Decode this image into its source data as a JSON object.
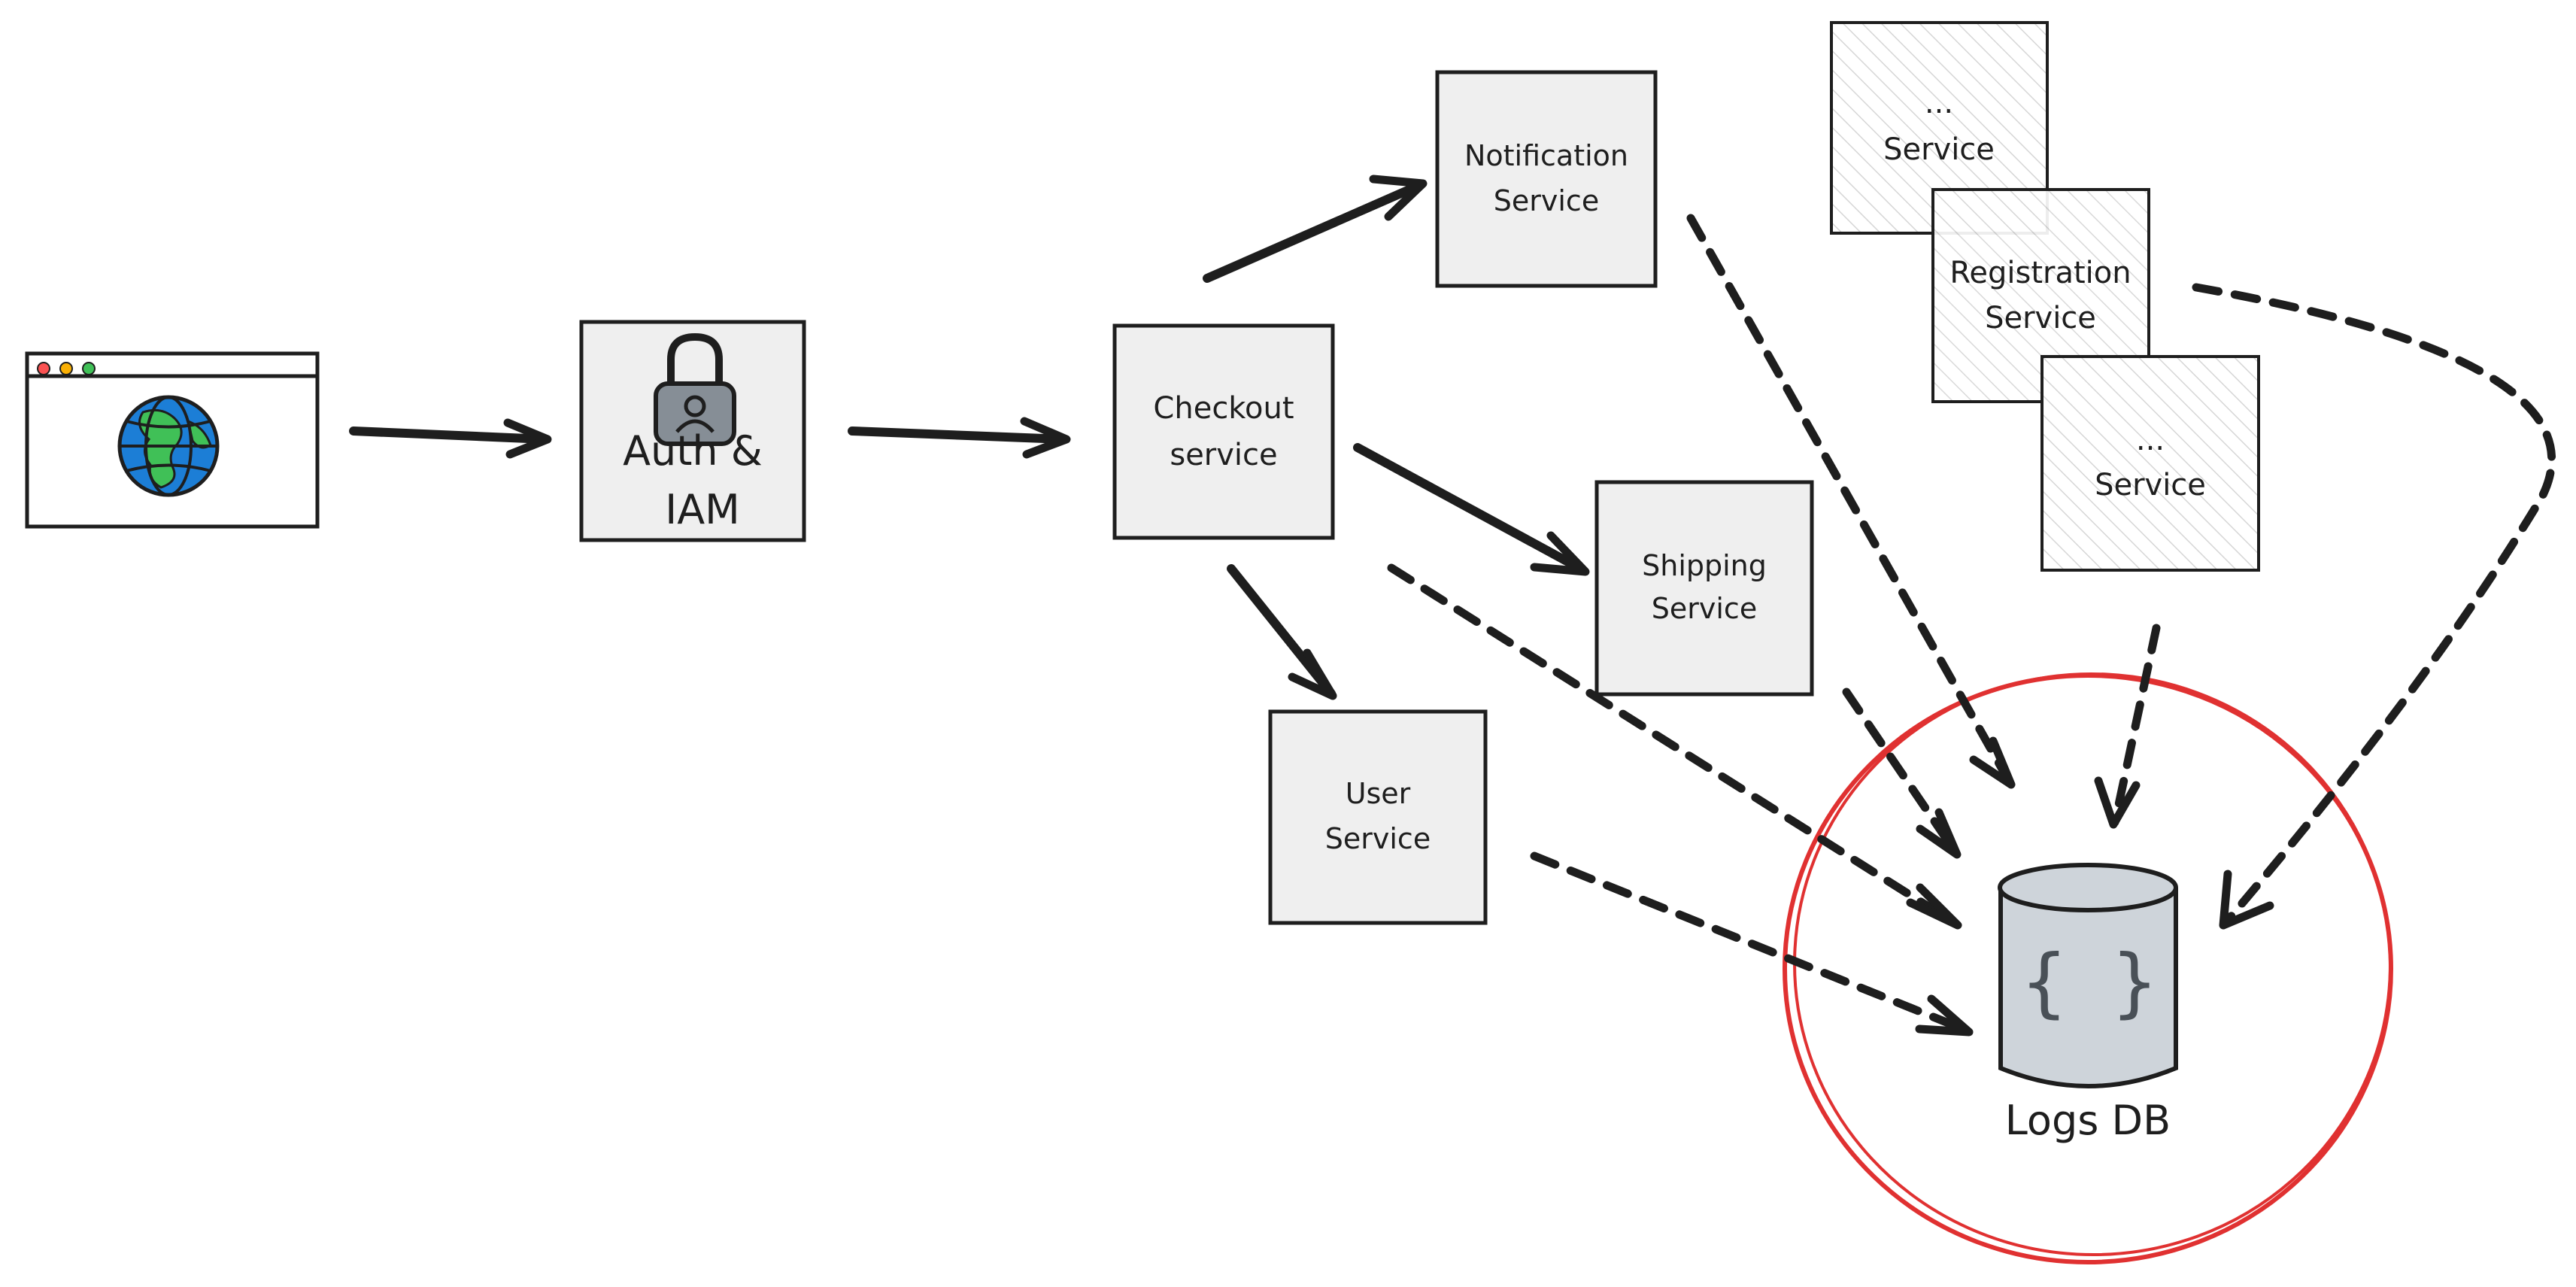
{
  "nodes": {
    "auth": {
      "line1": "Auth &",
      "line2": "IAM"
    },
    "checkout": {
      "line1": "Checkout",
      "line2": "service"
    },
    "notification": {
      "line1": "Notification",
      "line2": "Service"
    },
    "shipping": {
      "line1": "Shipping",
      "line2": "Service"
    },
    "user": {
      "line1": "User",
      "line2": "Service"
    },
    "other_service_top": {
      "line1": "...",
      "line2": "Service"
    },
    "registration": {
      "line1": "Registration",
      "line2": "Service"
    },
    "other_service_bottom": {
      "line1": "...",
      "line2": "Service"
    },
    "logs_db": {
      "label": "Logs DB",
      "icon_text": "{ }"
    }
  },
  "icons": {
    "browser": "browser-window-globe-icon",
    "lock": "padlock-icon",
    "database": "json-database-icon"
  },
  "colors": {
    "highlight_circle": "#e03131",
    "box_fill": "#efefef",
    "stroke": "#1e1e1e",
    "globe_blue": "#1c7ed6",
    "globe_green": "#40c057",
    "db_fill": "#ced4da"
  }
}
